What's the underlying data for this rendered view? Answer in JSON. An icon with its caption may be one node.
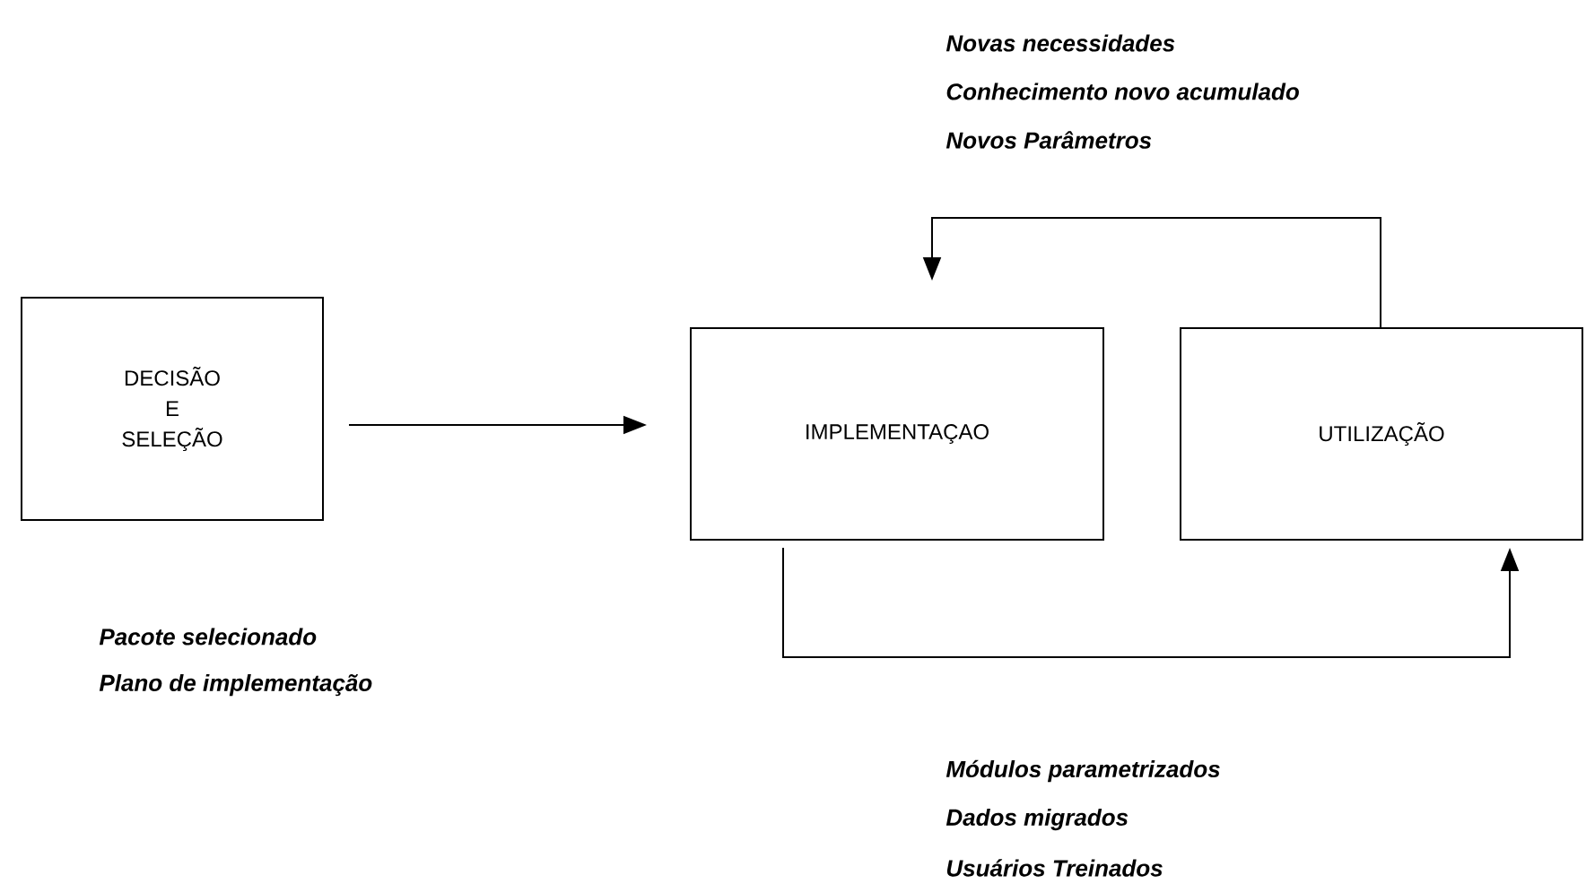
{
  "diagram": {
    "nodes": [
      {
        "text": [
          "DECISÃO E SELEÇÃO"
        ]
      },
      {
        "text": [
          "IMPLEMENTAÇAO"
        ]
      },
      {
        "text": [
          "UTILIZAÇÃO"
        ]
      }
    ],
    "edges": [
      {
        "from": 0,
        "to": 1,
        "arrow": "to"
      },
      {
        "from": 2,
        "to": 1,
        "arrow": "to"
      },
      {
        "from": 1,
        "to": 2,
        "arrow": "to"
      }
    ],
    "labels": [
      "Novas necessidades",
      "Conhecimento novo acumulado",
      "Novos Parâmetros",
      "Pacote selecionado",
      "Plano de implementação",
      "Módulos parametrizados",
      "Dados migrados",
      "Usuários Treinados"
    ]
  }
}
